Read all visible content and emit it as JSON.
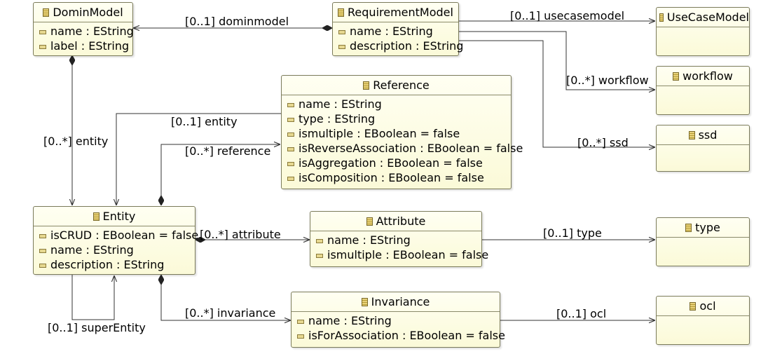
{
  "classes": {
    "domin_model": {
      "name": "DominModel",
      "attributes": [
        "name : EString",
        "label : EString"
      ]
    },
    "requirement_model": {
      "name": "RequirementModel",
      "attributes": [
        "name : EString",
        "description : EString"
      ]
    },
    "usecase_model": {
      "name": "UseCaseModel"
    },
    "workflow": {
      "name": "workflow"
    },
    "ssd": {
      "name": "ssd"
    },
    "reference": {
      "name": "Reference",
      "attributes": [
        "name : EString",
        "type : EString",
        "ismultiple : EBoolean = false",
        "isReverseAssociation : EBoolean = false",
        "isAggregation : EBoolean = false",
        "isComposition : EBoolean = false"
      ]
    },
    "entity": {
      "name": "Entity",
      "attributes": [
        "isCRUD : EBoolean = false",
        "name : EString",
        "description : EString"
      ]
    },
    "attribute": {
      "name": "Attribute",
      "attributes": [
        "name : EString",
        "ismultiple : EBoolean = false"
      ]
    },
    "type": {
      "name": "type"
    },
    "invariance": {
      "name": "Invariance",
      "attributes": [
        "name : EString",
        "isForAssociation : EBoolean = false"
      ]
    },
    "ocl": {
      "name": "ocl"
    }
  },
  "edges": {
    "dominmodel": "[0..1] dominmodel",
    "usecasemodel": "[0..1] usecasemodel",
    "workflow": "[0..*] workflow",
    "ssd": "[0..*] ssd",
    "entity_from_domin": "[0..*] entity",
    "entity_from_reference": "[0..1] entity",
    "reference": "[0..*] reference",
    "attribute": "[0..*] attribute",
    "type": "[0..1] type",
    "invariance": "[0..*] invariance",
    "ocl": "[0..1] ocl",
    "super_entity": "[0..1] superEntity"
  },
  "colors": {
    "box_border": "#7a7a5a",
    "box_fill": "#fcfbe0",
    "edge": "#333333"
  }
}
